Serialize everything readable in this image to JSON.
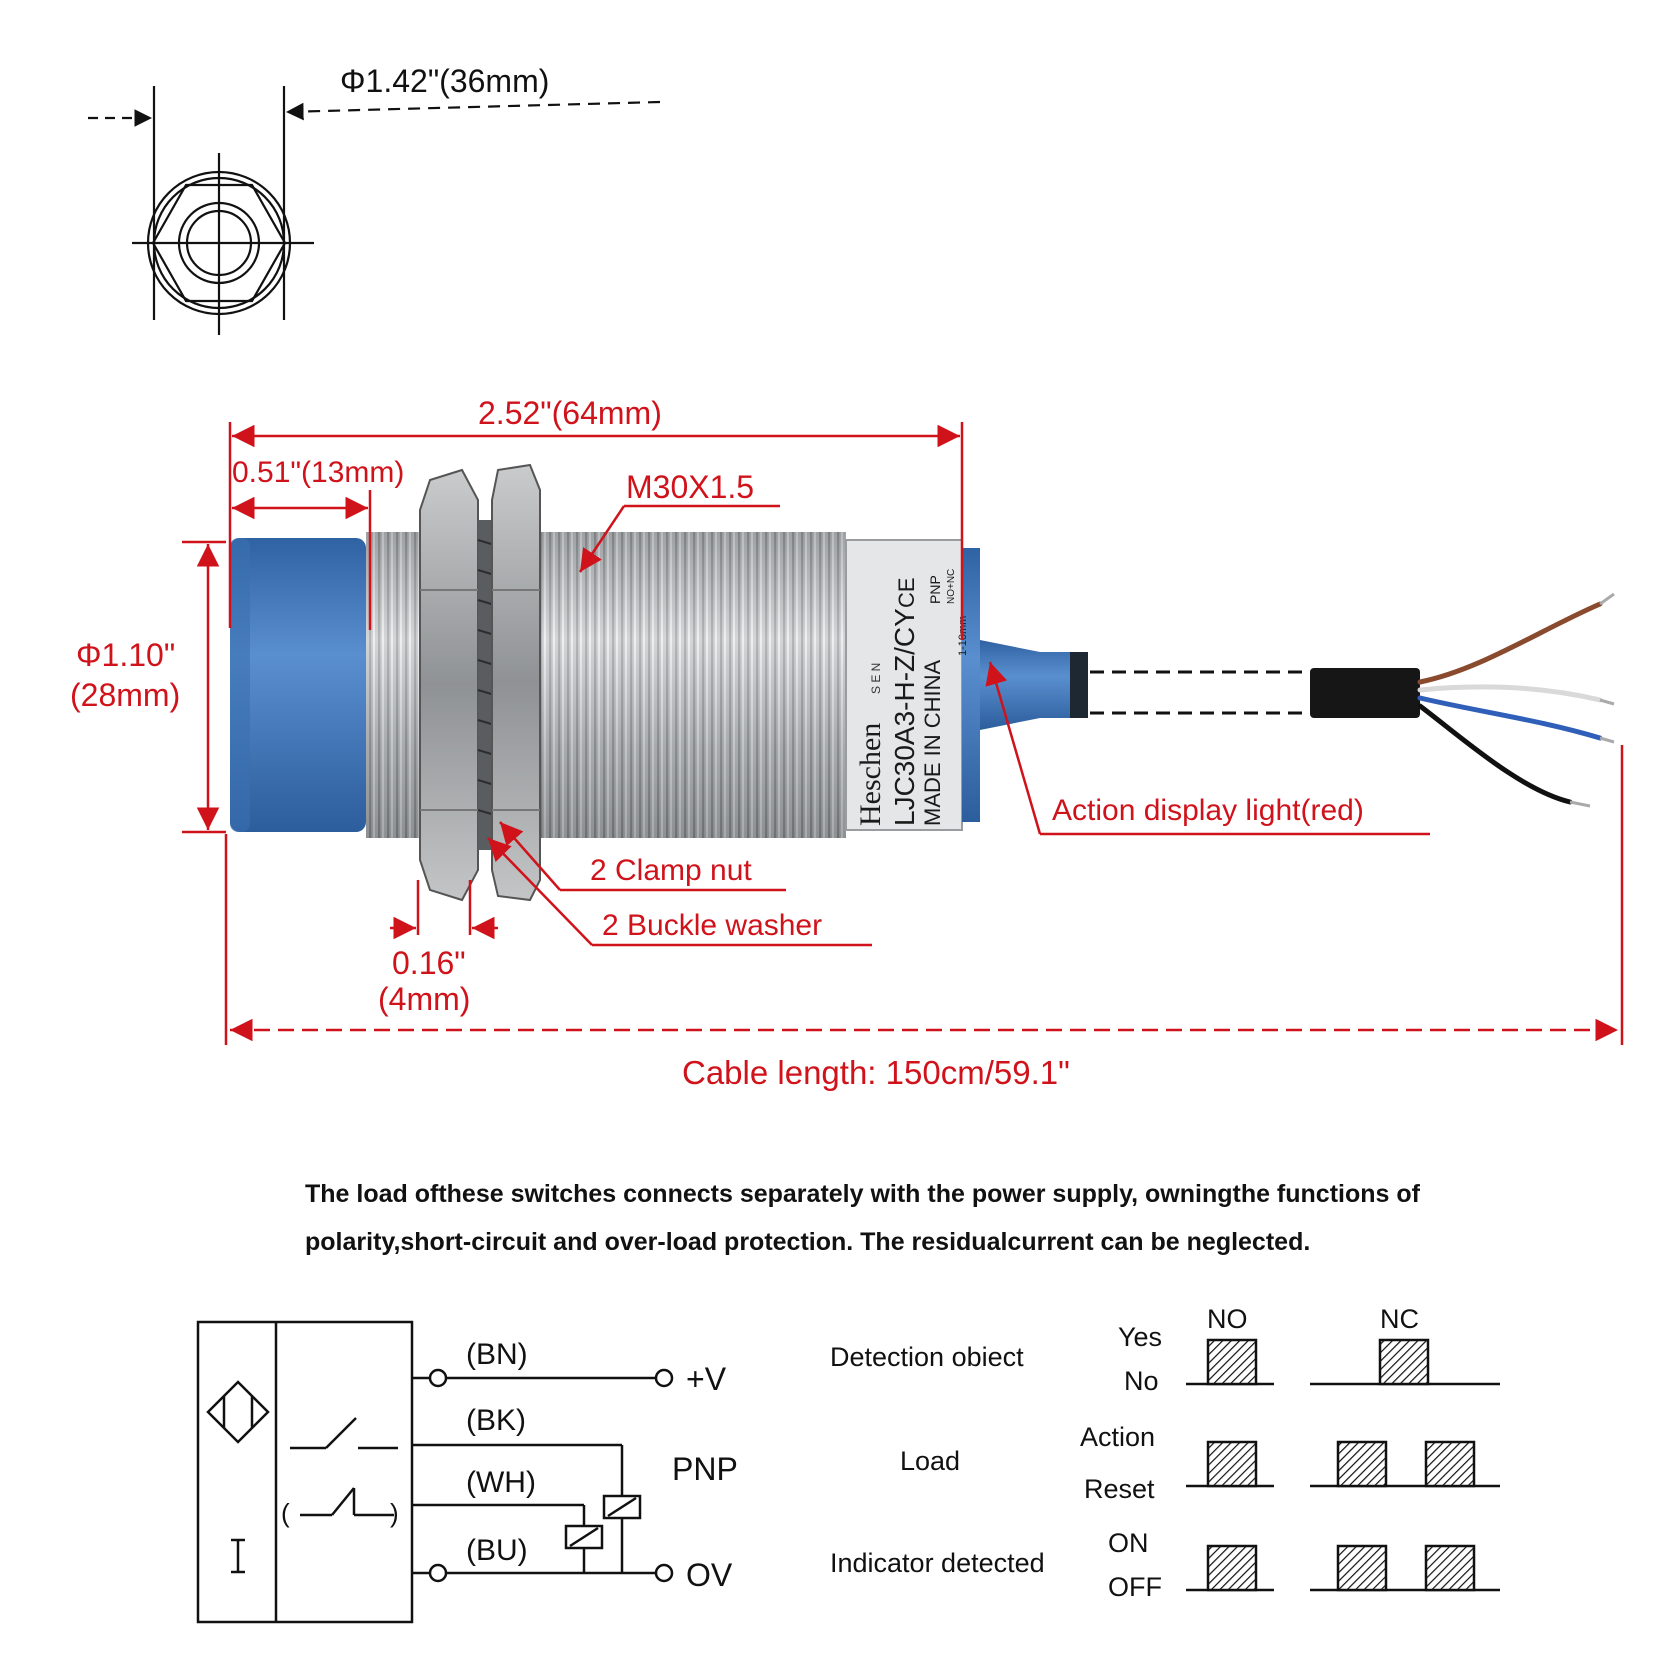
{
  "dimensions": {
    "end_view_diameter": "Φ1.42\"(36mm)",
    "overall_length": "2.52\"(64mm)",
    "head_length": "0.51\"(13mm)",
    "thread": "M30X1.5",
    "body_diameter_in": "Φ1.10\"",
    "body_diameter_mm": "(28mm)",
    "washer_in": "0.16\"",
    "washer_mm": "(4mm)",
    "cable_length": "Cable length: 150cm/59.1\""
  },
  "callouts": {
    "action_light": "Action display light(red)",
    "clamp_nut": "2 Clamp nut",
    "buckle_washer": "2 Buckle washer"
  },
  "sensor_label": {
    "brand": "Heschen",
    "model": "LJC30A3-H-Z/CY",
    "origin": "MADE IN CHINA",
    "ce": "CE",
    "sen": "S E N",
    "type": "PNP",
    "mode": "NO+NC",
    "range": "1-10mm"
  },
  "description": "The load ofthese switches connects separately with the power supply, owningthe functions of polarity,short-circuit and over-load protection. The residualcurrent can be neglected.",
  "circuit": {
    "wires": [
      "(BN)",
      "(BK)",
      "(WH)",
      "(BU)"
    ],
    "plus_v": "+V",
    "zero_v": "OV",
    "type": "PNP",
    "bracket_open": "(",
    "bracket_close": ")",
    "current_symbol": "I"
  },
  "timing": {
    "col_no": "NO",
    "col_nc": "NC",
    "rows": [
      {
        "label": "Detection obiect",
        "high": "Yes",
        "low": "No"
      },
      {
        "label": "Load",
        "high": "Action",
        "low": "Reset"
      },
      {
        "label": "Indicator detected",
        "high": "ON",
        "low": "OFF"
      }
    ]
  },
  "colors": {
    "annotation": "#d0121b",
    "sensor_cap": "#4a7fbf",
    "body_metal": "#b9bcbe",
    "wire_brown": "#8a4a2e",
    "wire_blue": "#2f5fb8"
  }
}
